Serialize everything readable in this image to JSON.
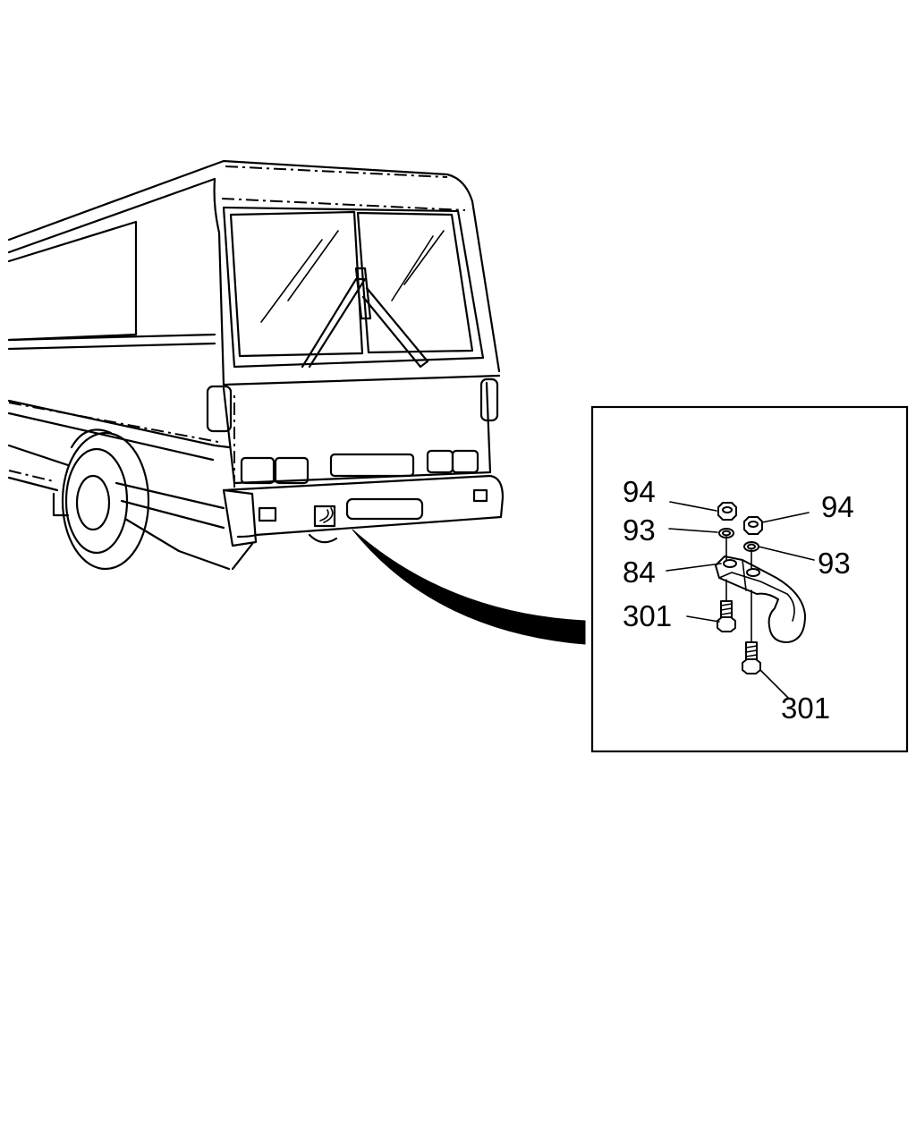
{
  "diagram": {
    "callouts": [
      {
        "id": "nut-left",
        "part": "94"
      },
      {
        "id": "washer-left",
        "part": "93"
      },
      {
        "id": "hook",
        "part": "84"
      },
      {
        "id": "bolt-left",
        "part": "301"
      },
      {
        "id": "nut-right",
        "part": "94"
      },
      {
        "id": "washer-right",
        "part": "93"
      },
      {
        "id": "bolt-right",
        "part": "301"
      }
    ]
  }
}
